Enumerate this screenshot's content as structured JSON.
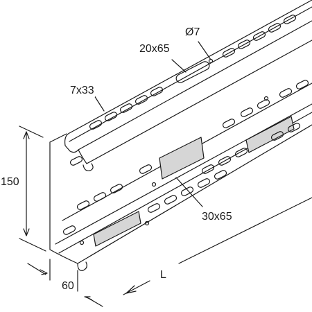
{
  "drawing": {
    "labels": {
      "hole_diameter": "Ø7",
      "slot_large_top": "20x65",
      "slot_small": "7x33",
      "slot_large_side": "30x65",
      "height": "150",
      "depth": "60",
      "length": "L"
    },
    "colors": {
      "line": "#1a1a1a",
      "shading": "#d6d6d6",
      "background": "#ffffff"
    }
  }
}
